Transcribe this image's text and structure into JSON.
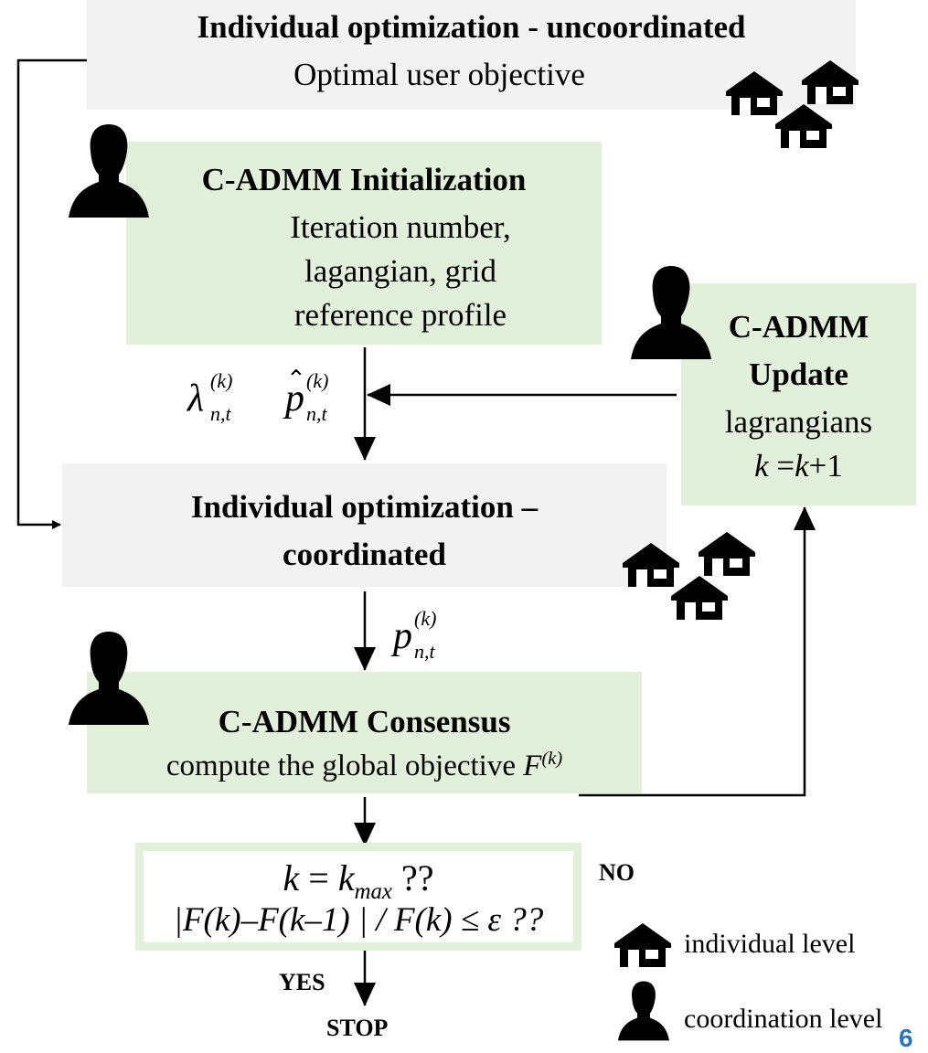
{
  "box_top": {
    "title": "Individual optimization - uncoordinated",
    "subtitle": "Optimal user objective"
  },
  "box_init": {
    "title": "C-ADMM Initialization",
    "lines": [
      "Iteration number,",
      "lagangian, grid",
      "reference profile"
    ]
  },
  "box_update": {
    "title1": "C-ADMM",
    "title2": "Update",
    "line1": "lagrangians",
    "formula_k": "k",
    "formula_rest": " =",
    "formula_k2": "k",
    "formula_plus": "+1"
  },
  "box_coord": {
    "title1": "Individual optimization –",
    "title2": "coordinated"
  },
  "box_consensus": {
    "title": "C-ADMM Consensus",
    "line": "compute the global objective ",
    "F": "F",
    "F_sup": "(k)"
  },
  "decision": {
    "line1_k": "k",
    "line1_eq": " = ",
    "line1_kmax_k": "k",
    "line1_kmax_sub": "max",
    "line1_q": " ??",
    "line2": "|F(k)–F(k–1) | / F(k) ≤ ε ??"
  },
  "symbols": {
    "lambda": "λ",
    "p": "p",
    "sup_k": "(k)",
    "sub_nt": "n,t"
  },
  "labels": {
    "no": "NO",
    "yes": "YES",
    "stop": "STOP"
  },
  "legend": {
    "individual": "individual level",
    "coordination": "coordination level",
    "page_number": "6"
  },
  "icons": [
    "house-icon",
    "person-icon"
  ],
  "colors": {
    "gray_box": "#f2f2f2",
    "green_box": "#e2efda",
    "page_number": "#2e75b6"
  }
}
